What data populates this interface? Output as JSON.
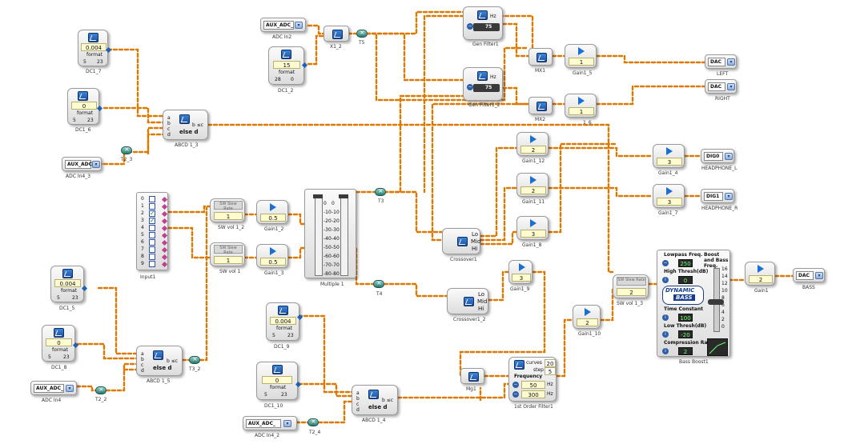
{
  "blocks": {
    "dc1_7": {
      "caption": "DC1_7",
      "value": "0.004",
      "format": "format",
      "left_num": "5",
      "right_num": "23"
    },
    "dc1_6": {
      "caption": "DC1_6",
      "value": "0",
      "format": "format",
      "left_num": "5",
      "right_num": "23"
    },
    "dc1_2": {
      "caption": "DC1_2",
      "value": "15",
      "format": "format",
      "left_num": "28",
      "right_num": "0"
    },
    "dc1_5": {
      "caption": "DC1_5",
      "value": "0.004",
      "format": "format",
      "left_num": "5",
      "right_num": "23"
    },
    "dc1_8": {
      "caption": "DC1_8",
      "value": "0",
      "format": "format",
      "left_num": "5",
      "right_num": "23"
    },
    "dc1_9": {
      "caption": "DC1_9",
      "value": "0.004",
      "format": "format",
      "left_num": "5",
      "right_num": "23"
    },
    "dc1_10": {
      "caption": "DC1_10",
      "value": "0",
      "format": "format",
      "left_num": "5",
      "right_num": "23"
    },
    "adc_in2": {
      "caption": "ADC In2",
      "selected": "AUX_ADC_"
    },
    "adc_in4_3": {
      "caption": "ADC In4_3",
      "selected": "AUX_ADC_"
    },
    "adc_in4": {
      "caption": "ADC In4",
      "selected": "AUX_ADC_"
    },
    "adc_in4_2": {
      "caption": "ADC In4_2",
      "selected": "AUX_ADC_"
    },
    "abcd1_3": {
      "caption": "ABCD 1_3",
      "text": "else d",
      "cond": "b ≤c",
      "ports": [
        "a",
        "b",
        "c",
        "d"
      ]
    },
    "abcd1_5": {
      "caption": "ABCD 1_5",
      "text": "else d",
      "cond": "b ≤c",
      "ports": [
        "a",
        "b",
        "c",
        "d"
      ]
    },
    "abcd1_4": {
      "caption": "ABCD 1_4",
      "text": "else d",
      "cond": "b ≤c",
      "ports": [
        "a",
        "b",
        "c",
        "d"
      ]
    },
    "x1_2": {
      "caption": "X1_2"
    },
    "t5": {
      "caption": "T5"
    },
    "t2_3": {
      "caption": "T2_3"
    },
    "t3_2": {
      "caption": "T3_2"
    },
    "t2_2": {
      "caption": "T2_2"
    },
    "t2_4": {
      "caption": "T2_4"
    },
    "t3": {
      "caption": "T3"
    },
    "t4": {
      "caption": "T4"
    },
    "gen_filter1": {
      "caption": "Gen Filter1",
      "unit": "Hz",
      "value": "75"
    },
    "gen_filter1_2": {
      "caption": "Gen Filter1_2",
      "unit": "Hz",
      "value": "75"
    },
    "mx1": {
      "caption": "MX1"
    },
    "mx2": {
      "caption": "MX2"
    },
    "mg1": {
      "caption": "Mg1"
    },
    "gain1_5": {
      "caption": "Gain1_5",
      "value": "1"
    },
    "gain1_6": {
      "caption": "1_6",
      "value": "1"
    },
    "gain1_12": {
      "caption": "Gain1_12",
      "value": "2"
    },
    "gain1_11": {
      "caption": "Gain1_11",
      "value": "2"
    },
    "gain1_8": {
      "caption": "Gain1_8",
      "value": "3"
    },
    "gain1_9": {
      "caption": "Gain1_9",
      "value": "3"
    },
    "gain1_4": {
      "caption": "Gain1_4",
      "value": "3"
    },
    "gain1_7": {
      "caption": "Gain1_7",
      "value": "3"
    },
    "gain1_10": {
      "caption": "Gain1_10",
      "value": "2"
    },
    "gain1": {
      "caption": "Gain1",
      "value": "2"
    },
    "gain1_2": {
      "caption": "Gain1_2",
      "value": "0.5"
    },
    "gain1_3": {
      "caption": "Gain1_3",
      "value": "0.5"
    },
    "sw_vol1_2": {
      "caption": "SW vol 1_2",
      "label": "SW Slew Rate",
      "value": "1"
    },
    "sw_vol1": {
      "caption": "SW vol 1",
      "label": "SW Slew Rate",
      "value": "1"
    },
    "sw_vol1_3": {
      "caption": "SW vol 1_3",
      "label": "SW Slew Rate",
      "value": "2"
    },
    "input1": {
      "caption": "Input1",
      "rows": [
        "0",
        "1",
        "2",
        "3",
        "4",
        "5",
        "6",
        "7",
        "8",
        "9"
      ],
      "checked": [
        "2",
        "3"
      ]
    },
    "multiple1": {
      "caption": "Multiple 1",
      "scale": [
        "0",
        "-10",
        "-20",
        "-30",
        "-40",
        "-50",
        "-60",
        "-70",
        "-80"
      ]
    },
    "crossover1": {
      "caption": "Crossover1",
      "bands": [
        "Lo",
        "Mid",
        "Hi"
      ]
    },
    "crossover1_2": {
      "caption": "Crossover1_2",
      "bands": [
        "Lo",
        "Mid",
        "Hi"
      ]
    },
    "order_filter": {
      "caption": "1st Order Filter1",
      "curves": "curves",
      "curves_val": "20",
      "step": "step",
      "step_val": "5",
      "frequency": "Frequency",
      "f1": "50",
      "f2": "300",
      "unit": "Hz"
    },
    "dac_left": {
      "caption": "LEFT",
      "selected": "DAC"
    },
    "dac_right": {
      "caption": "RIGHT",
      "selected": "DAC"
    },
    "dac_bass": {
      "caption": "BASS",
      "selected": "DAC"
    },
    "dig_hp_l": {
      "caption": "HEADPHONE_L",
      "selected": "DIG0"
    },
    "dig_hp_r": {
      "caption": "HEADPHONE_R",
      "selected": "DIG1"
    },
    "bass_boost": {
      "caption": "Bass Boost1",
      "lowpass": "Lowpass Freq.",
      "lowpass_val": "250",
      "high_thresh": "High Thresh(dB)",
      "high_thresh_val": "0",
      "logo1": "DYNAMIC",
      "logo2": "BASS",
      "time_const": "Time Constant",
      "time_const_val": "100",
      "low_thresh": "Low Thresh(dB)",
      "low_thresh_val": "-20",
      "comp_ratio": "Compression Ratio",
      "comp_ratio_val": "2",
      "boost_label": "Boost and Bass Freq.",
      "scale": [
        "16",
        "14",
        "12",
        "10",
        "8",
        "6",
        "4",
        "2",
        "0"
      ]
    }
  }
}
